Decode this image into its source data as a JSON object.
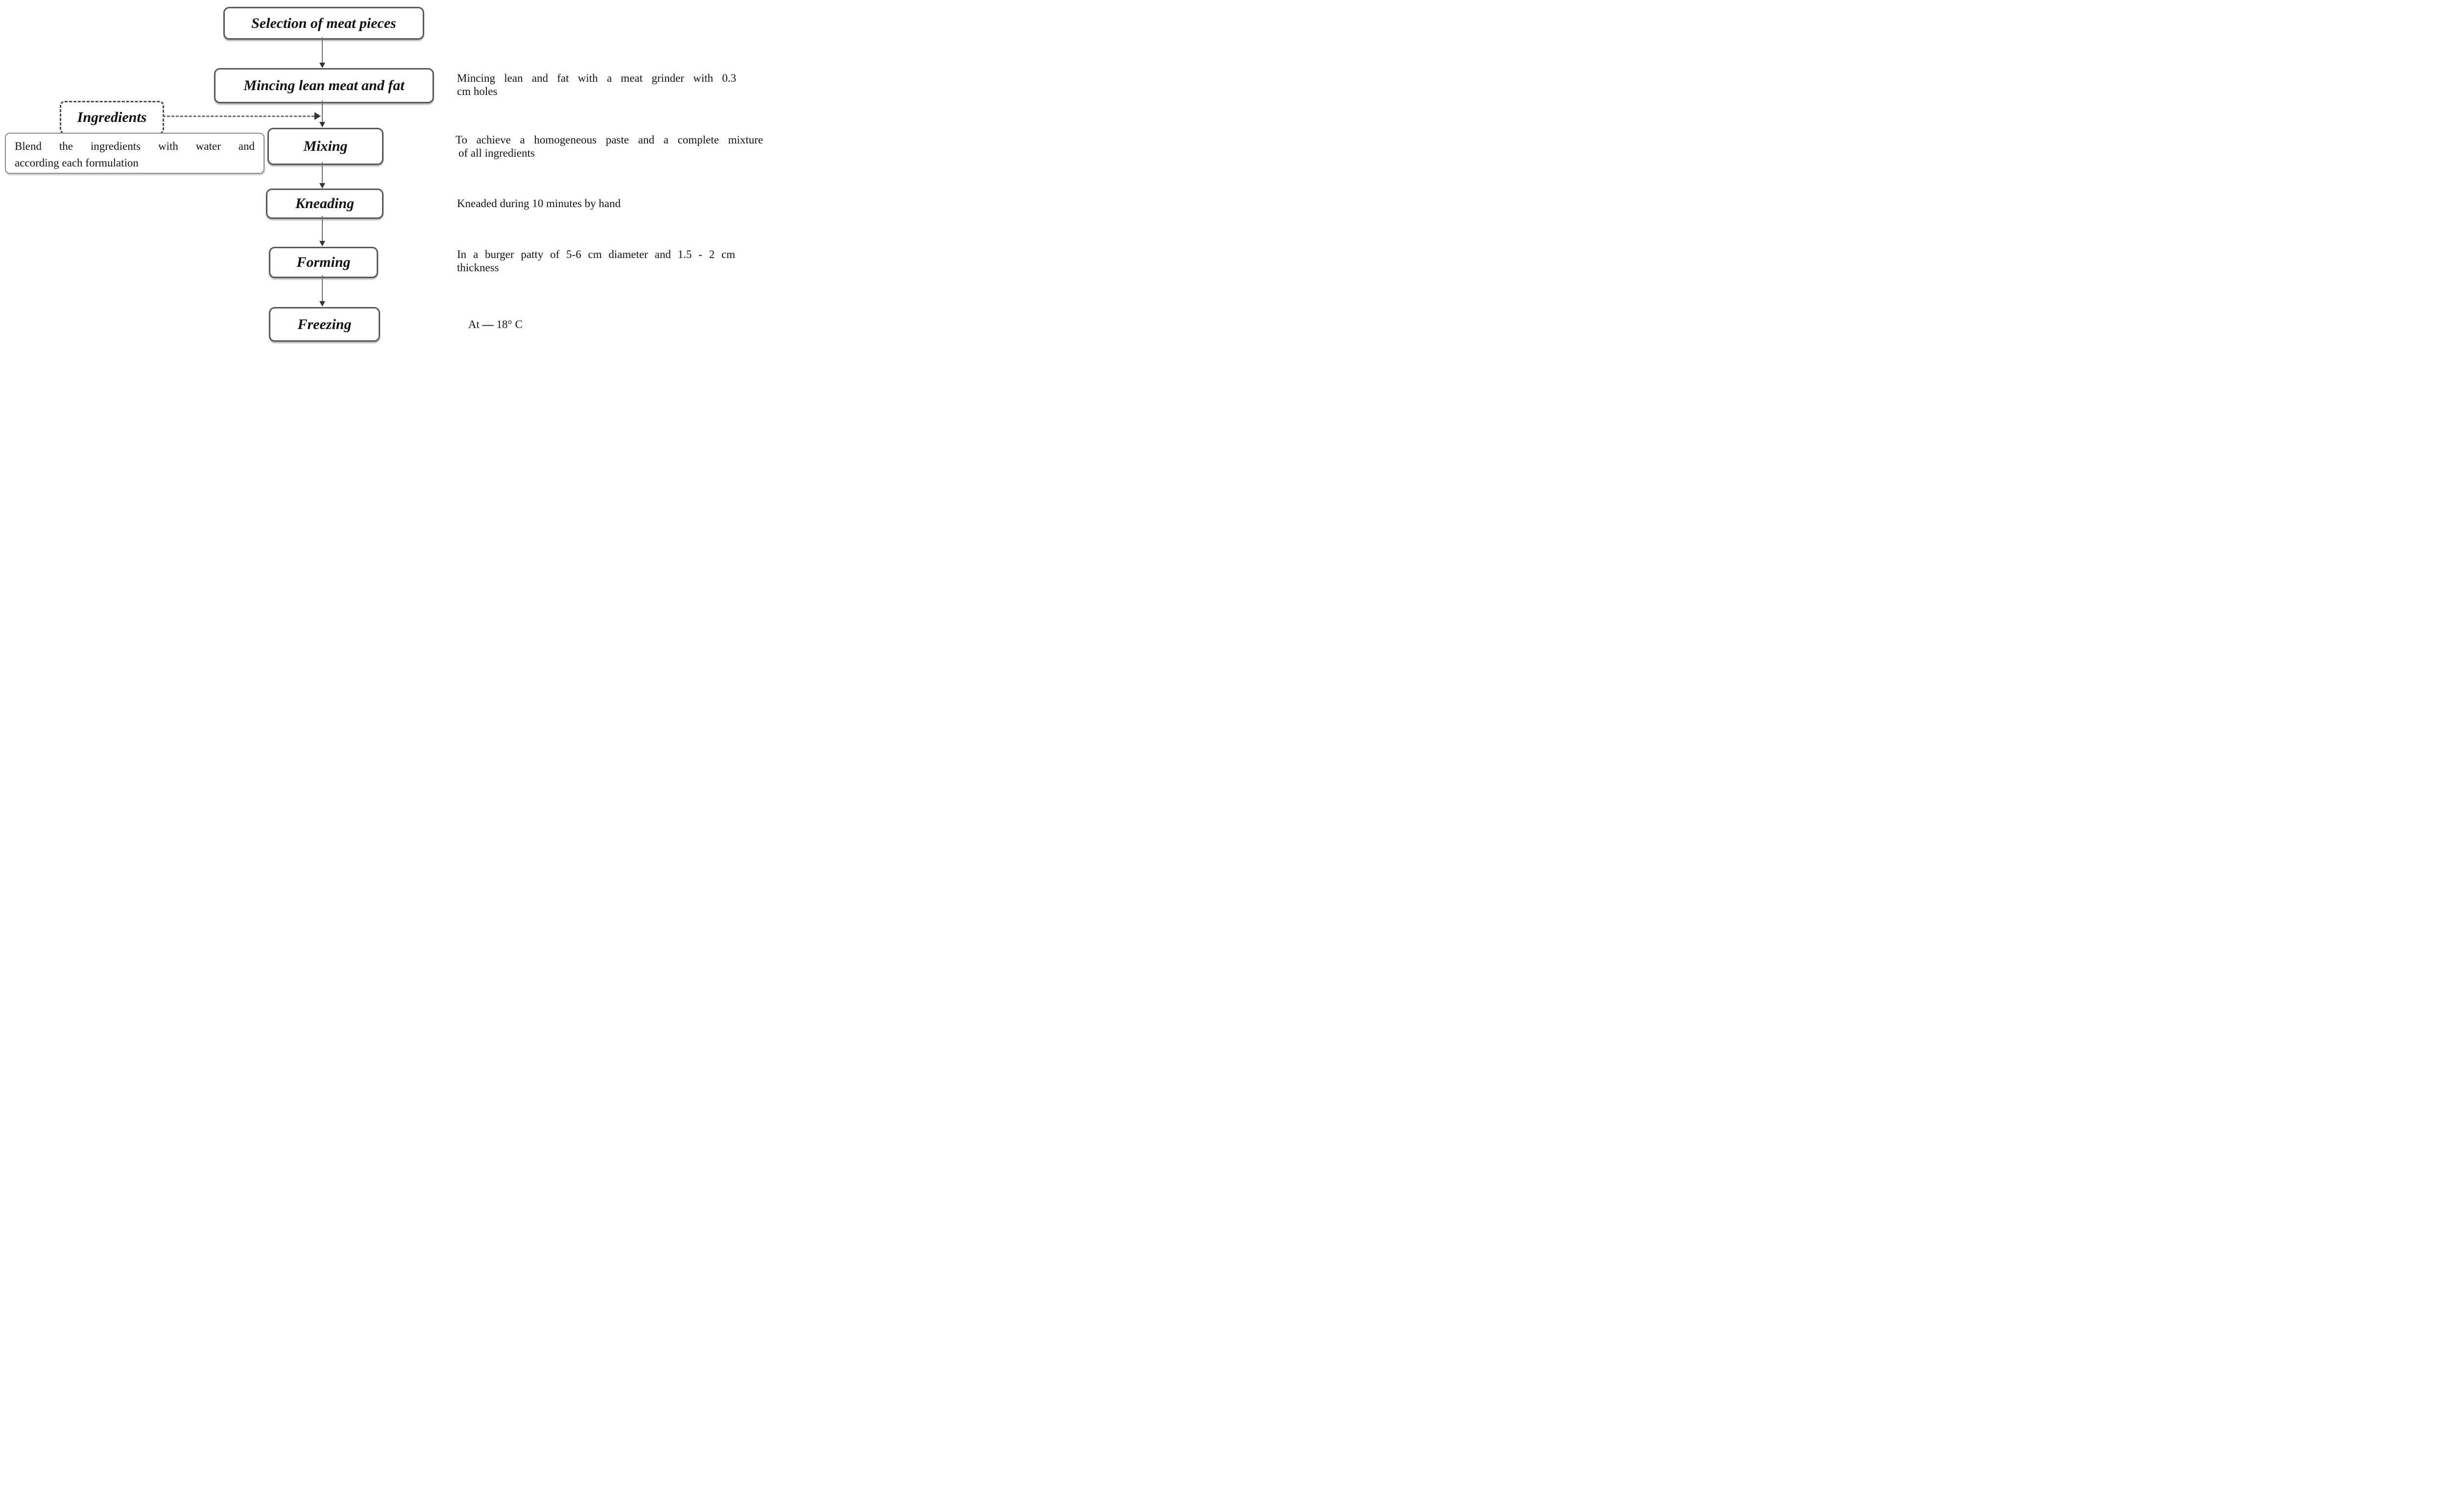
{
  "diagram": {
    "boxes": {
      "selection": {
        "label": "Selection of meat pieces"
      },
      "mincing": {
        "label": "Mincing lean meat and fat"
      },
      "mixing": {
        "label": "Mixing"
      },
      "kneading": {
        "label": "Kneading"
      },
      "forming": {
        "label": "Forming"
      },
      "freezing": {
        "label": "Freezing"
      }
    },
    "ingredients": {
      "label": "Ingredients"
    },
    "blend_note": {
      "lines": [
        "Blend the ingredients with water and",
        "according each formulation"
      ]
    },
    "notes": {
      "mincing": {
        "lines": [
          "Mincing lean and fat with a meat grinder with 0.3",
          "cm holes"
        ]
      },
      "mixing": {
        "lines": [
          "To achieve a homogeneous paste and a complete mixture",
          "of all ingredients"
        ]
      },
      "kneading": {
        "lines": [
          "Kneaded during 10 minutes by hand"
        ]
      },
      "forming": {
        "lines": [
          "In a burger patty of 5-6 cm diameter and 1.5 - 2 cm",
          "thickness"
        ]
      },
      "freezing": {
        "parts": [
          "At ",
          "—",
          " 18° C"
        ]
      }
    },
    "colors": {
      "box_border": "#595959",
      "dashed_border": "#4a4a4a",
      "arrow": "#6e6e6e",
      "arrowhead": "#343434",
      "text": "#121212",
      "background": "#ffffff"
    }
  }
}
